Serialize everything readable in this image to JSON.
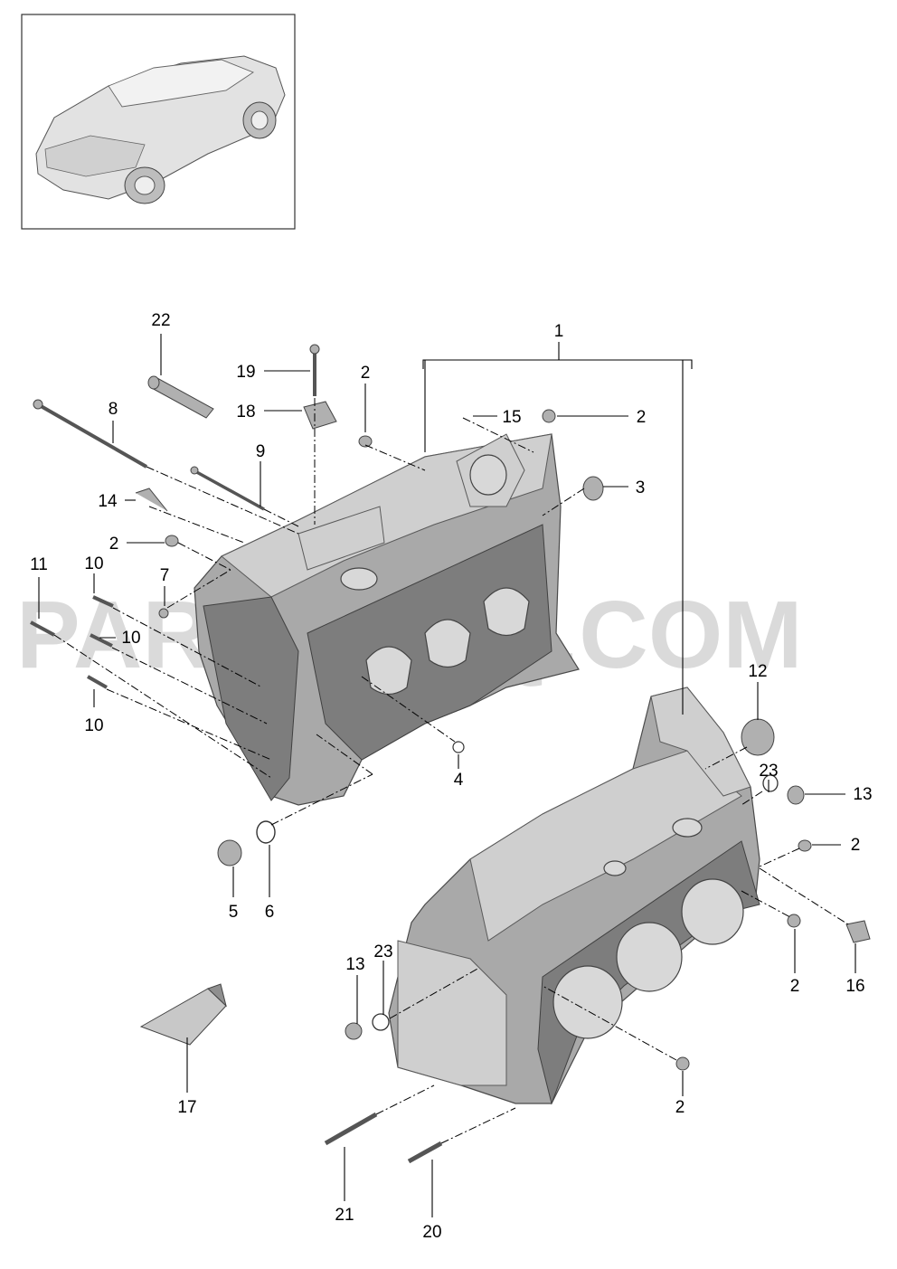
{
  "watermark": "PARTSOUQ.COM",
  "callouts": {
    "c1": "1",
    "c2a": "2",
    "c2b": "2",
    "c2c": "2",
    "c2d": "2",
    "c2e": "2",
    "c2f": "2",
    "c3": "3",
    "c4": "4",
    "c5": "5",
    "c6": "6",
    "c7": "7",
    "c8": "8",
    "c9": "9",
    "c10a": "10",
    "c10b": "10",
    "c10c": "10",
    "c11": "11",
    "c12": "12",
    "c13a": "13",
    "c13b": "13",
    "c14": "14",
    "c15": "15",
    "c16": "16",
    "c17": "17",
    "c18": "18",
    "c19": "19",
    "c20": "20",
    "c21": "21",
    "c22": "22",
    "c23a": "23",
    "c23b": "23"
  }
}
